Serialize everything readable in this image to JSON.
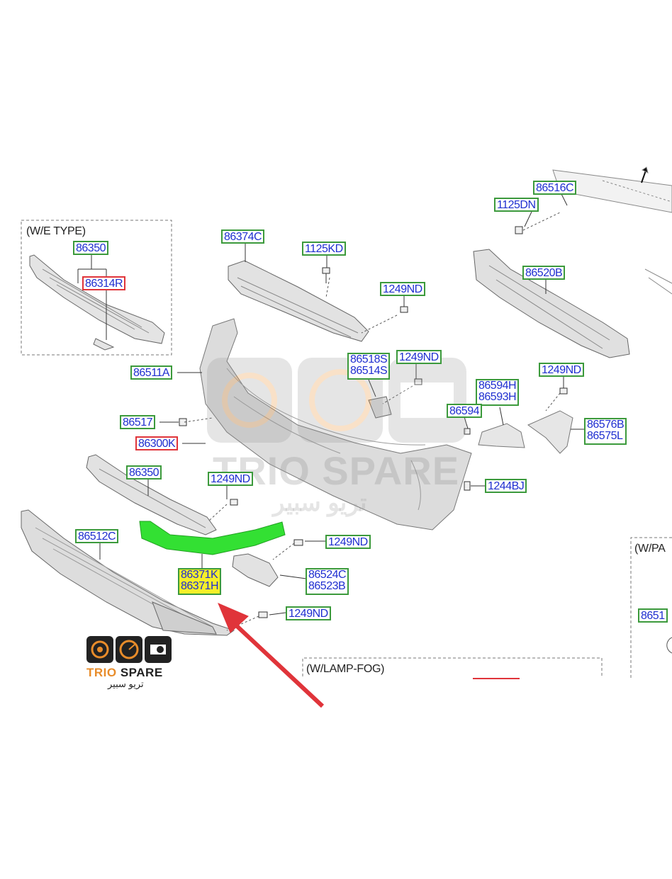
{
  "sections": {
    "we_type": "(W/E TYPE)",
    "lamp_fog": "(W/LAMP-FOG)",
    "w_pa": "(W/PA"
  },
  "labels": {
    "p86350_top": "86350",
    "p86314R": "86314R",
    "p86374C": "86374C",
    "p1125KD": "1125KD",
    "p86516C": "86516C",
    "p1125DN": "1125DN",
    "p86520B": "86520B",
    "p1249ND_a": "1249ND",
    "p1249ND_b": "1249ND",
    "p1249ND_c": "1249ND",
    "p1249ND_d": "1249ND",
    "p1249ND_e": "1249ND",
    "p1249ND_f": "1249ND",
    "p86511A": "86511A",
    "p86518S": "86518S",
    "p86514S": "86514S",
    "p86594H": "86594H",
    "p86593H": "86593H",
    "p86594": "86594",
    "p86576B": "86576B",
    "p86575L": "86575L",
    "p86517": "86517",
    "p86300K": "86300K",
    "p86350_mid": "86350",
    "p1244BJ": "1244BJ",
    "p86512C": "86512C",
    "p86371K": "86371K",
    "p86371H": "86371H",
    "p86524C": "86524C",
    "p86523B": "86523B",
    "p8651": "8651"
  },
  "brand": {
    "name": "TRIO SPARE",
    "name_part1": "TRIO",
    "name_part2": "SPARE",
    "arabic": "تريو سبير"
  },
  "watermark": {
    "name": "TRIO SPARE",
    "arabic": "تريو سبير"
  },
  "colors": {
    "label_border": "#3c9a3c",
    "label_text": "#1f2fd0",
    "highlight_red": "#e0343a",
    "highlight_yellow": "#f6ef2a",
    "part_green": "#33e033",
    "arrow_red": "#e0343a",
    "brand_orange": "#e88c2a"
  }
}
